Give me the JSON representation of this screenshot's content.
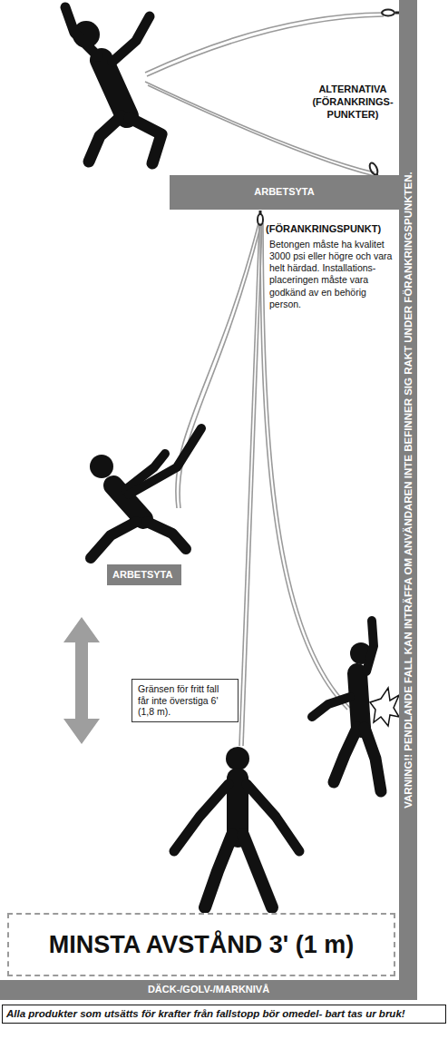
{
  "diagram": {
    "caption": "Alla produkter som utsätts för krafter från fallstopp bör omedel- bart tas ur bruk!",
    "nodes": [
      {
        "text": [
          "VARNING!! PENDLANDE FALL KAN INTRÄFFA OM ANVÄNDAREN INTE BEFINNER SIG RAKT UNDER FÖRANKRINGSPUNKTEN."
        ]
      },
      {
        "text": [
          "ARBETSYTA"
        ]
      },
      {
        "text": [
          "ARBETSYTA"
        ]
      },
      {
        "text": [
          "Gränsen för fritt fall får inte överstiga 6' (1,8 m)."
        ]
      },
      {
        "text": [
          "MINSTA AVSTÅND 3' (1 m)"
        ]
      },
      {
        "text": [
          "DÄCK-/GOLV-/MARKNIVÅ"
        ]
      }
    ],
    "labels": [
      "ALTERNATIVA (FÖRANKRINGS- PUNKTER)",
      "(FÖRANKRINGSPUNKT)",
      "Betongen måste ha kvalitet 3000 psi eller högre och vara helt härdad. Installations- placeringen måste vara godkänd av en behörig person."
    ]
  }
}
